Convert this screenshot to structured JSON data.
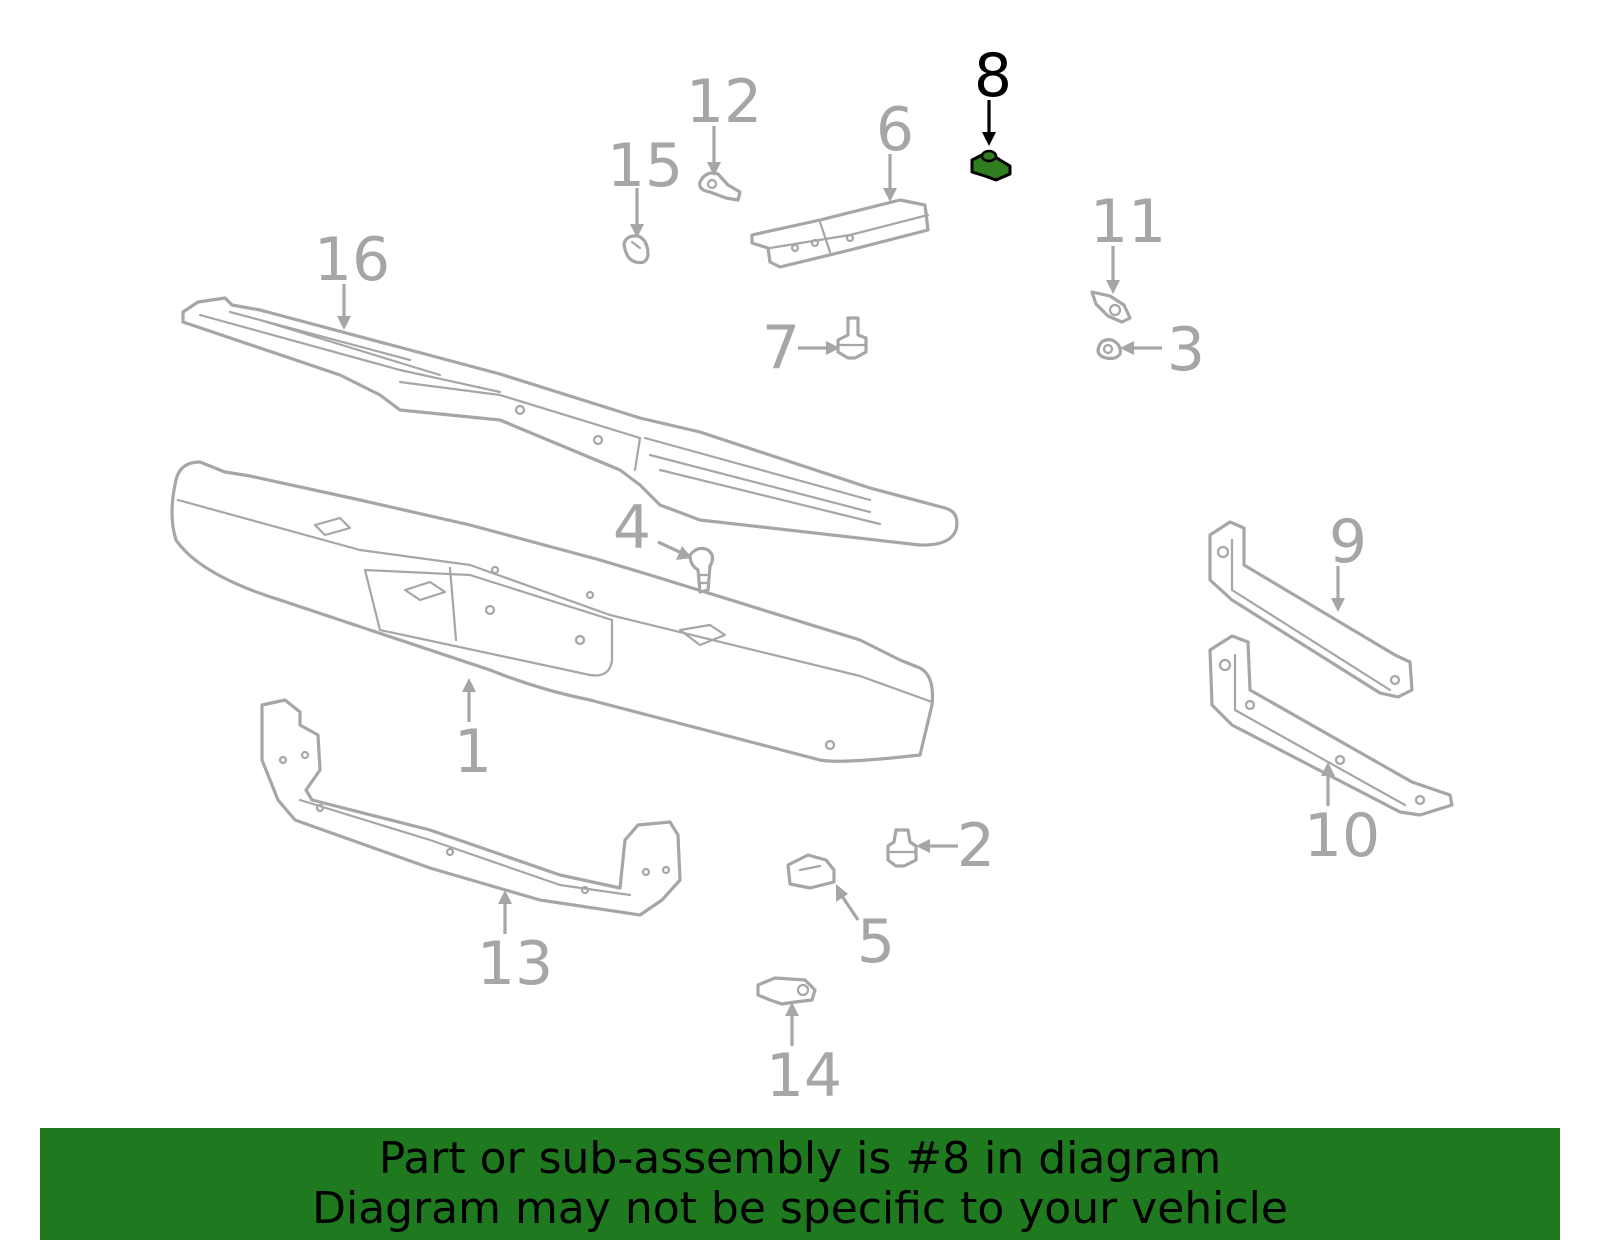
{
  "colors": {
    "part_line": "#a6a6a6",
    "highlight_fill": "#2e7d1e",
    "highlight_line": "#000000",
    "banner_bg": "#1f7a1f",
    "banner_text": "#000000"
  },
  "callouts": {
    "c1": "1",
    "c2": "2",
    "c3": "3",
    "c4": "4",
    "c5": "5",
    "c6": "6",
    "c7": "7",
    "c8": "8",
    "c9": "9",
    "c10": "10",
    "c11": "11",
    "c12": "12",
    "c13": "13",
    "c14": "14",
    "c15": "15",
    "c16": "16"
  },
  "highlighted_part": "8",
  "banner": {
    "line1": "Part or sub-assembly is #8 in diagram",
    "line2": "Diagram may not be specific to your vehicle"
  }
}
